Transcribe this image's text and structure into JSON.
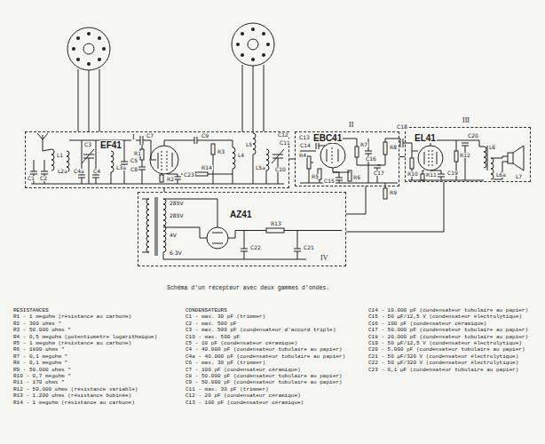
{
  "diagram": {
    "caption": "Schéma d'un récepteur avec deux gammes d'ondes.",
    "nodes": [
      {
        "text": [
          "I",
          "EF41"
        ]
      },
      {
        "text": [
          "II",
          "EBC41"
        ]
      },
      {
        "text": [
          "III",
          "EL41"
        ]
      },
      {
        "text": [
          "IV",
          "AZ41"
        ]
      }
    ],
    "edges": [
      {
        "from": 0,
        "to": 1,
        "arrow": "none"
      },
      {
        "from": 1,
        "to": 2,
        "arrow": "none"
      },
      {
        "from": 3,
        "to": 0,
        "arrow": "none"
      },
      {
        "from": 3,
        "to": 1,
        "arrow": "none"
      },
      {
        "from": 3,
        "to": 2,
        "arrow": "none"
      }
    ],
    "labels": [
      "C1",
      "C2",
      "L1",
      "L2a",
      "C3",
      "L3a",
      "C4a",
      "C4",
      "C5",
      "C7",
      "R1",
      "C8",
      "R2",
      "C23",
      "C9",
      "R3",
      "L4",
      "L5",
      "L5a",
      "C12",
      "C10",
      "C11",
      "R14",
      "C13",
      "C14",
      "R4",
      "R5",
      "R6",
      "C15",
      "R7",
      "C16",
      "C17",
      "R8",
      "R9",
      "C18",
      "R10",
      "R11",
      "C19",
      "R12",
      "C20",
      "L6",
      "L6a",
      "L7",
      "285V",
      "285V",
      "4V",
      "6.3V",
      "C22",
      "C21",
      "R13",
      "RESISTANCES",
      "R1 - 1 megohm (résistance au carbone)",
      "R2 - 300 ohms \"",
      "R3 - 50.000 ohms \"",
      "R4 - 0,5 megohm (potentiomètre logarithmique)",
      "R5 - 1 megohm (résistance au carbone)",
      "R6 - 1800 ohms \"",
      "R7 - 0,1 megohm \"",
      "R8 - 0,1 megohm \"",
      "R9 - 50.000 ohms \"",
      "R10 - 0,7 megohm \"",
      "R11 - 170 ohms \"",
      "R12 - 50.000 ohms (résistance variable)",
      "R13 - 1.200 ohms (résistance bobinée)",
      "R14 - 1 megohm (résistance au carbone)",
      "CONDENSATEURS",
      "C1 - max. 30 pF (trimmer)",
      "C2 - max. 500 pF",
      "C3 - max. 500 pF (condensateur d'accord triple)",
      "C10 - max. 500 pF",
      "C5 - 10 pF (condensateur céramique)",
      "C4 - 40.000 pF (condensateur tubulaire au papier)",
      "C4a - 40.000 pF (condensateur tubulaire au papier)",
      "C6 - max. 30 pF (trimmer)",
      "C7 - 100 pF (condensateur céramique)",
      "C8 - 50.000 pF (condensateur tubulaire au papier)",
      "C9 - 50.000 pF (condensateur tubulaire au papier)",
      "C11 - max. 30 pF (trimmer)",
      "C12 - 20 pF (condensateur céramique)",
      "C13 - 100 pF (condensateur céramique)",
      "C14 - 10.000 pF (condensateur tubulaire au papier)",
      "C15 - 50 µF/12,5 V (condensateur électrolytique)",
      "C16 - 100 pF (condensateur céramique)",
      "C17 - 50.000 pF (condensateur tubulaire au papier)",
      "C18 - 20.000 pF (condensateur tubulaire au papier)",
      "C19 - 50 µF/12,5 V (condensateur électrolytique)",
      "C20 - 5.000 pF (condensateur tubulaire au papier)",
      "C21 - 50 µF/320 V (condensateur électrolytique)",
      "C22 - 50 µF/320 V (condensateur électrolytique)",
      "C23 - 0,1 µF (condensateur tubulaire au papier)"
    ]
  }
}
